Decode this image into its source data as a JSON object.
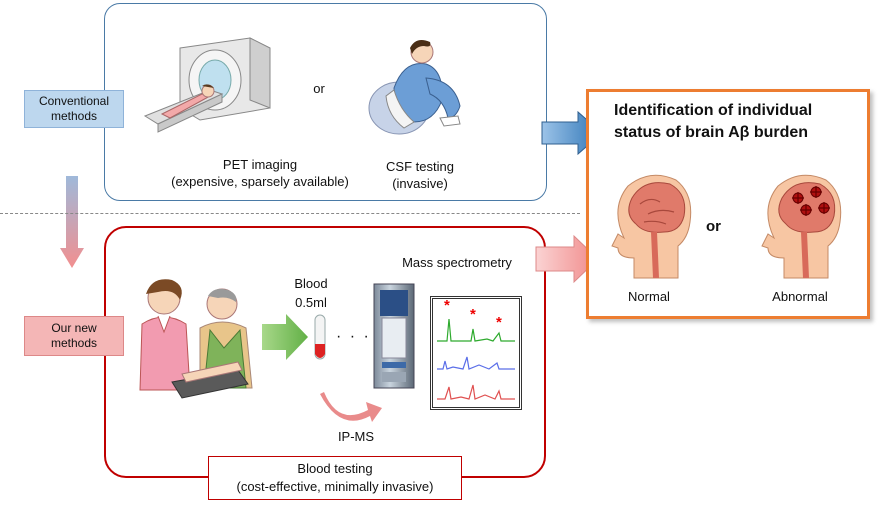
{
  "conventional": {
    "label_line1": "Conventional",
    "label_line2": "methods",
    "pet_title": "PET imaging",
    "pet_note": "(expensive, sparsely available)",
    "or": "or",
    "csf_title": "CSF testing",
    "csf_note": "(invasive)"
  },
  "new_methods": {
    "label_line1": "Our new",
    "label_line2": "methods",
    "blood_label_line1": "Blood",
    "blood_label_line2": "0.5ml",
    "ellipsis": "· · ·",
    "mass_spec": "Mass spectrometry",
    "ipms": "IP-MS",
    "footer_line1": "Blood testing",
    "footer_line2": "(cost-effective, minimally invasive)",
    "peak_marker": "*"
  },
  "result": {
    "title_line1": "Identification of individual",
    "title_line2": "status of brain Aβ burden",
    "or": "or",
    "normal": "Normal",
    "abnormal": "Abnormal"
  },
  "colors": {
    "conv_border": "#4a7aa6",
    "new_border": "#c00000",
    "result_border": "#ed7d31",
    "arrow_blue": "#5b9bd5",
    "arrow_pink": "#f4a6a6",
    "spectrum_green": "#2eaa2e",
    "spectrum_blue": "#5a6ee8",
    "spectrum_red": "#e05050"
  }
}
